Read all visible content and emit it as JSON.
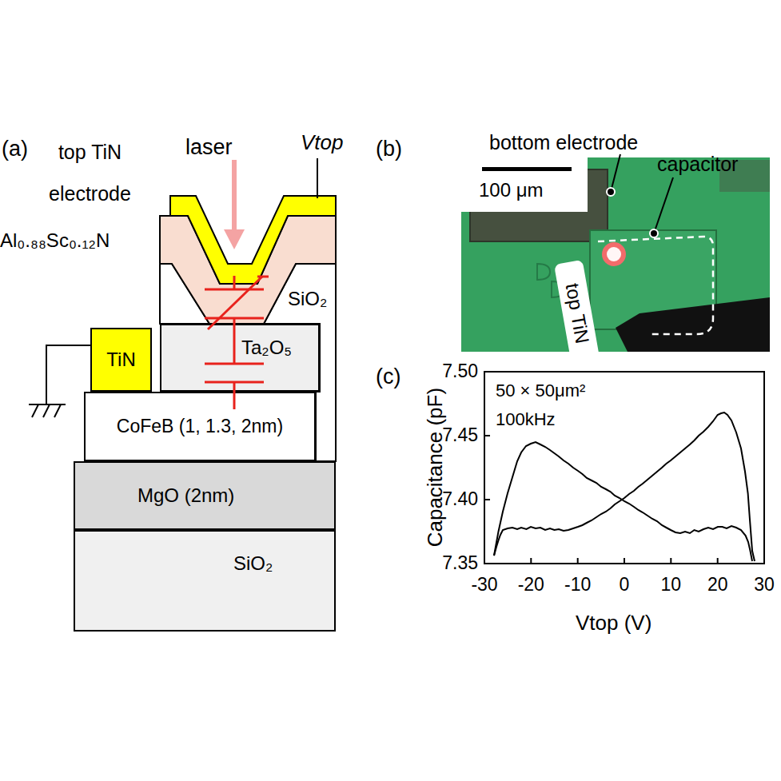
{
  "diagram": {
    "nodes": [
      {
        "text": [
          "SiO₂"
        ]
      },
      {
        "text": [
          "Ta₂O₅"
        ]
      },
      {
        "text": [
          "TiN"
        ]
      },
      {
        "text": [
          "CoFeB (1, 1.3, 2nm)"
        ]
      },
      {
        "text": [
          "MgO (2nm)"
        ]
      },
      {
        "text": [
          "SiO₂"
        ]
      },
      {
        "text": [
          "100 μm"
        ]
      },
      {
        "text": [
          "top TiN"
        ]
      }
    ],
    "labels": [
      "(a)",
      "top TiN electrode",
      "laser",
      "Vtop",
      "Al₀.₈₈Sc₀.₁₂N",
      "(b)",
      "bottom electrode",
      "capacitor",
      "(c)",
      "7.50",
      "7.45",
      "7.40",
      "7.35",
      "Capacitance (pF)",
      "50 × 50μm²",
      "100kHz",
      "-30",
      "-20",
      "-10",
      "0",
      "10",
      "20",
      "30",
      "Vtop (V)"
    ]
  }
}
